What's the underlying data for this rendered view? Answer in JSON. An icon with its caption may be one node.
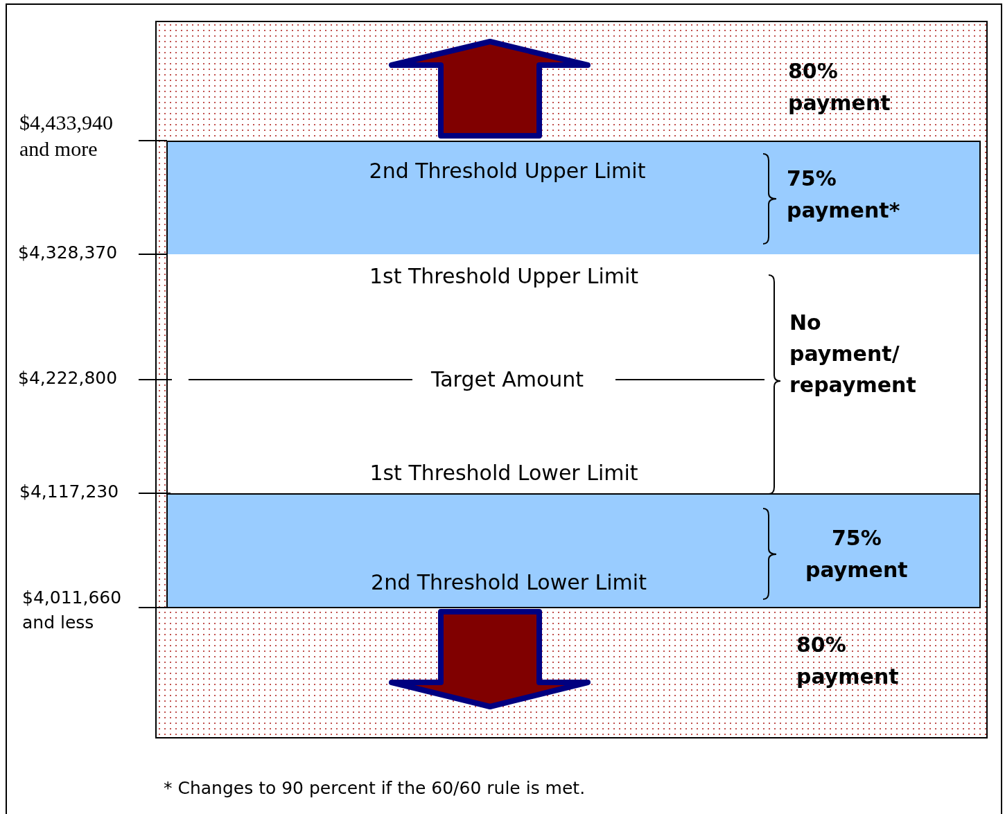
{
  "diagram": {
    "nodes": [
      {
        "text": [],
        "shape": "box"
      },
      {
        "text": [
          "2nd Threshold Upper Limit",
          "75% payment*"
        ],
        "in": 0
      },
      {
        "text": [
          "1st Threshold Upper Limit",
          "Target Amount",
          "1st Threshold Lower Limit",
          "No payment/ repayment"
        ],
        "in": 0
      },
      {
        "text": [
          "2nd Threshold Lower Limit",
          "75% payment"
        ],
        "in": 0
      }
    ],
    "edges": [],
    "labels": [
      "80% payment",
      "$4,433,940 and more",
      "$4,328,370",
      "$4,222,800",
      "$4,117,230",
      "$4,011,660 and less",
      "80% payment"
    ],
    "caption": "* Changes to 90 percent if the 60/60 rule is met."
  }
}
